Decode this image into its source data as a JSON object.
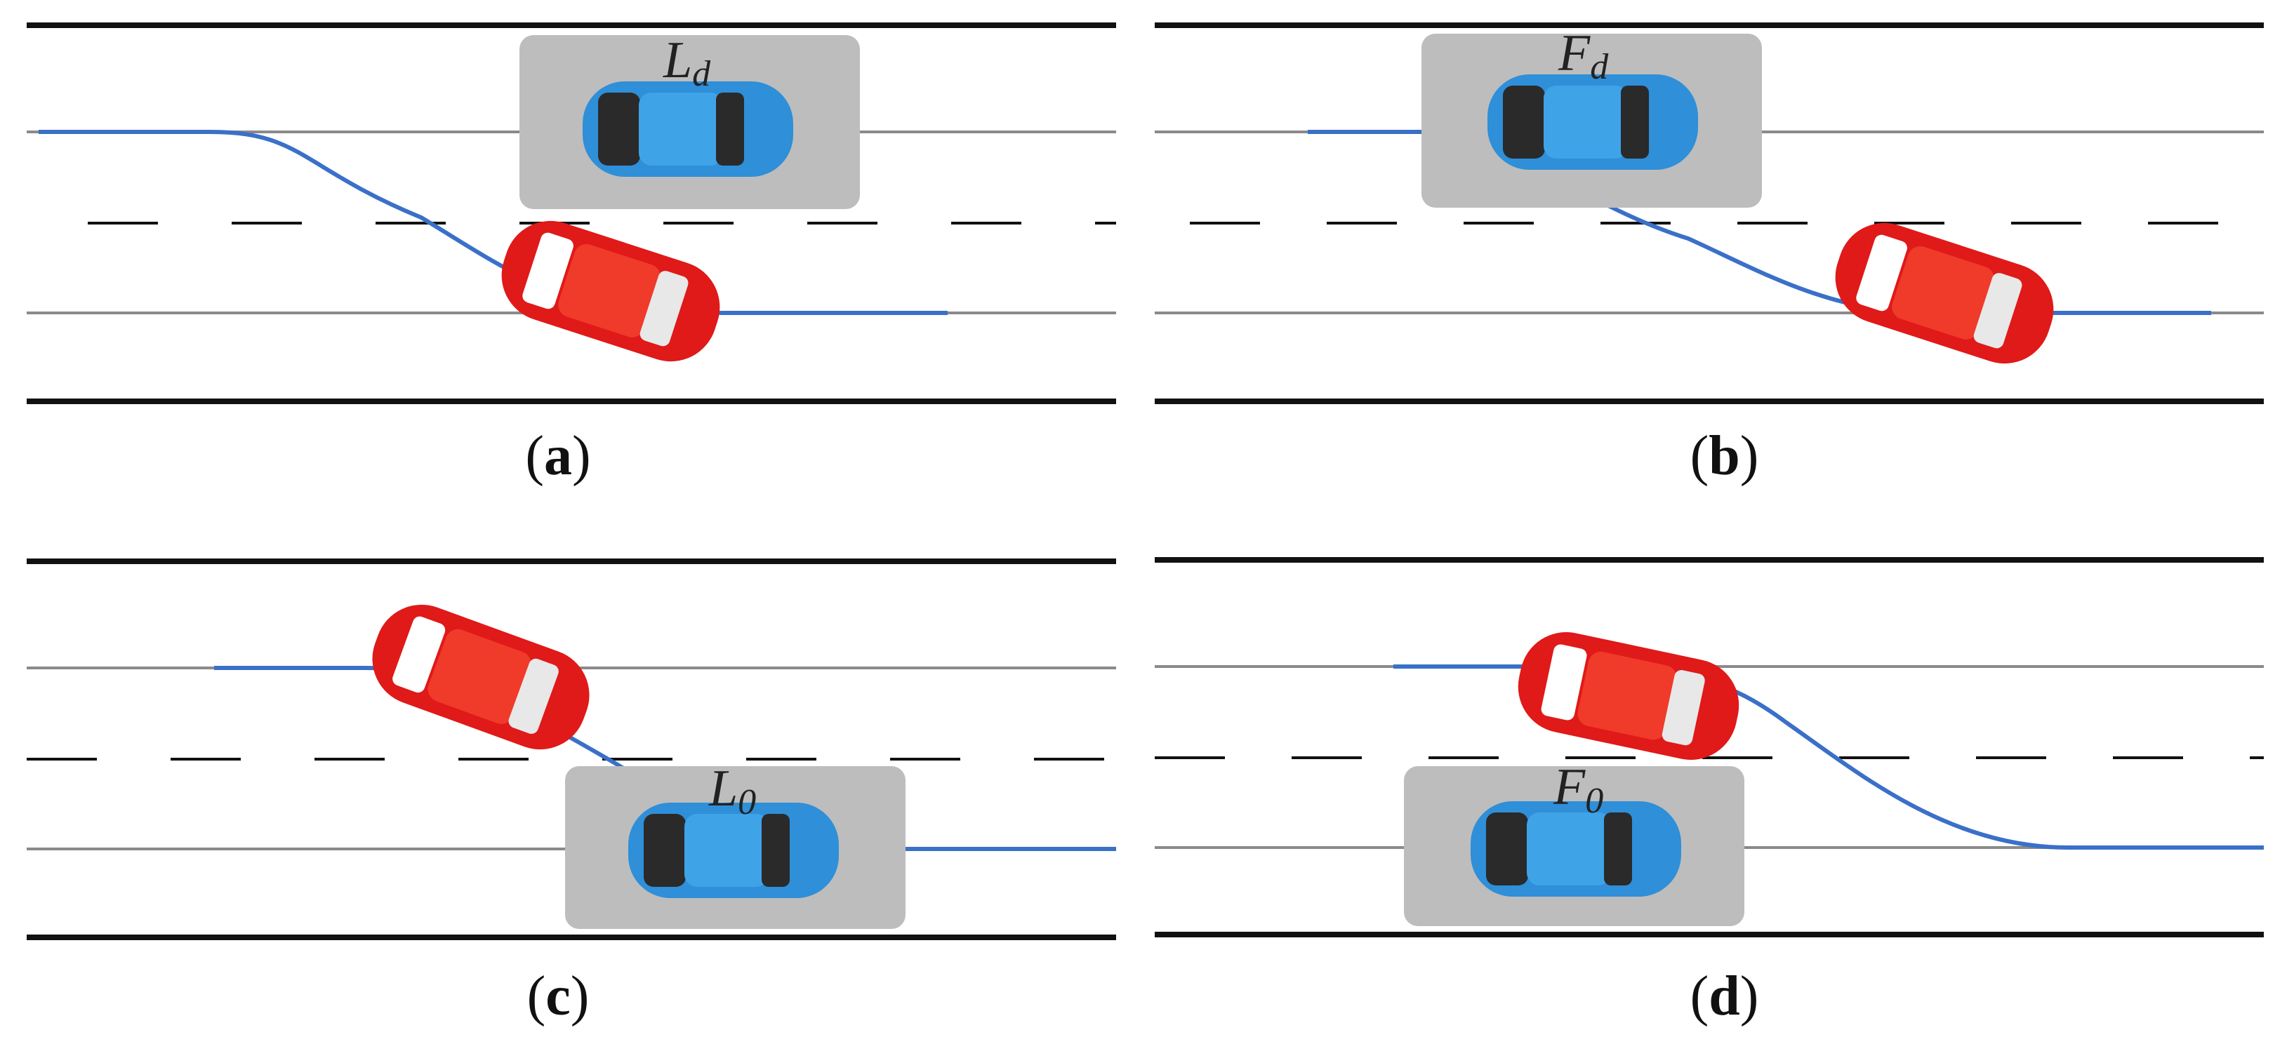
{
  "panels": [
    {
      "id": "a",
      "caption_letter": "a",
      "vehicle_letter": "L",
      "vehicle_subscript": "d"
    },
    {
      "id": "b",
      "caption_letter": "b",
      "vehicle_letter": "F",
      "vehicle_subscript": "d"
    },
    {
      "id": "c",
      "caption_letter": "c",
      "vehicle_letter": "L",
      "vehicle_subscript": "0"
    },
    {
      "id": "d",
      "caption_letter": "d",
      "vehicle_letter": "F",
      "vehicle_subscript": "0"
    }
  ],
  "colors": {
    "road_edge": "#111111",
    "lane_line": "#8a8a8a",
    "dash_line": "#111111",
    "trajectory": "#3a70c8",
    "ego_car": "#e01919",
    "other_car": "#2f8fd8",
    "vehicle_box": "#bdbdbd"
  },
  "icons": {
    "ego_vehicle": "red-car-icon",
    "surrounding_vehicle": "blue-car-icon"
  }
}
